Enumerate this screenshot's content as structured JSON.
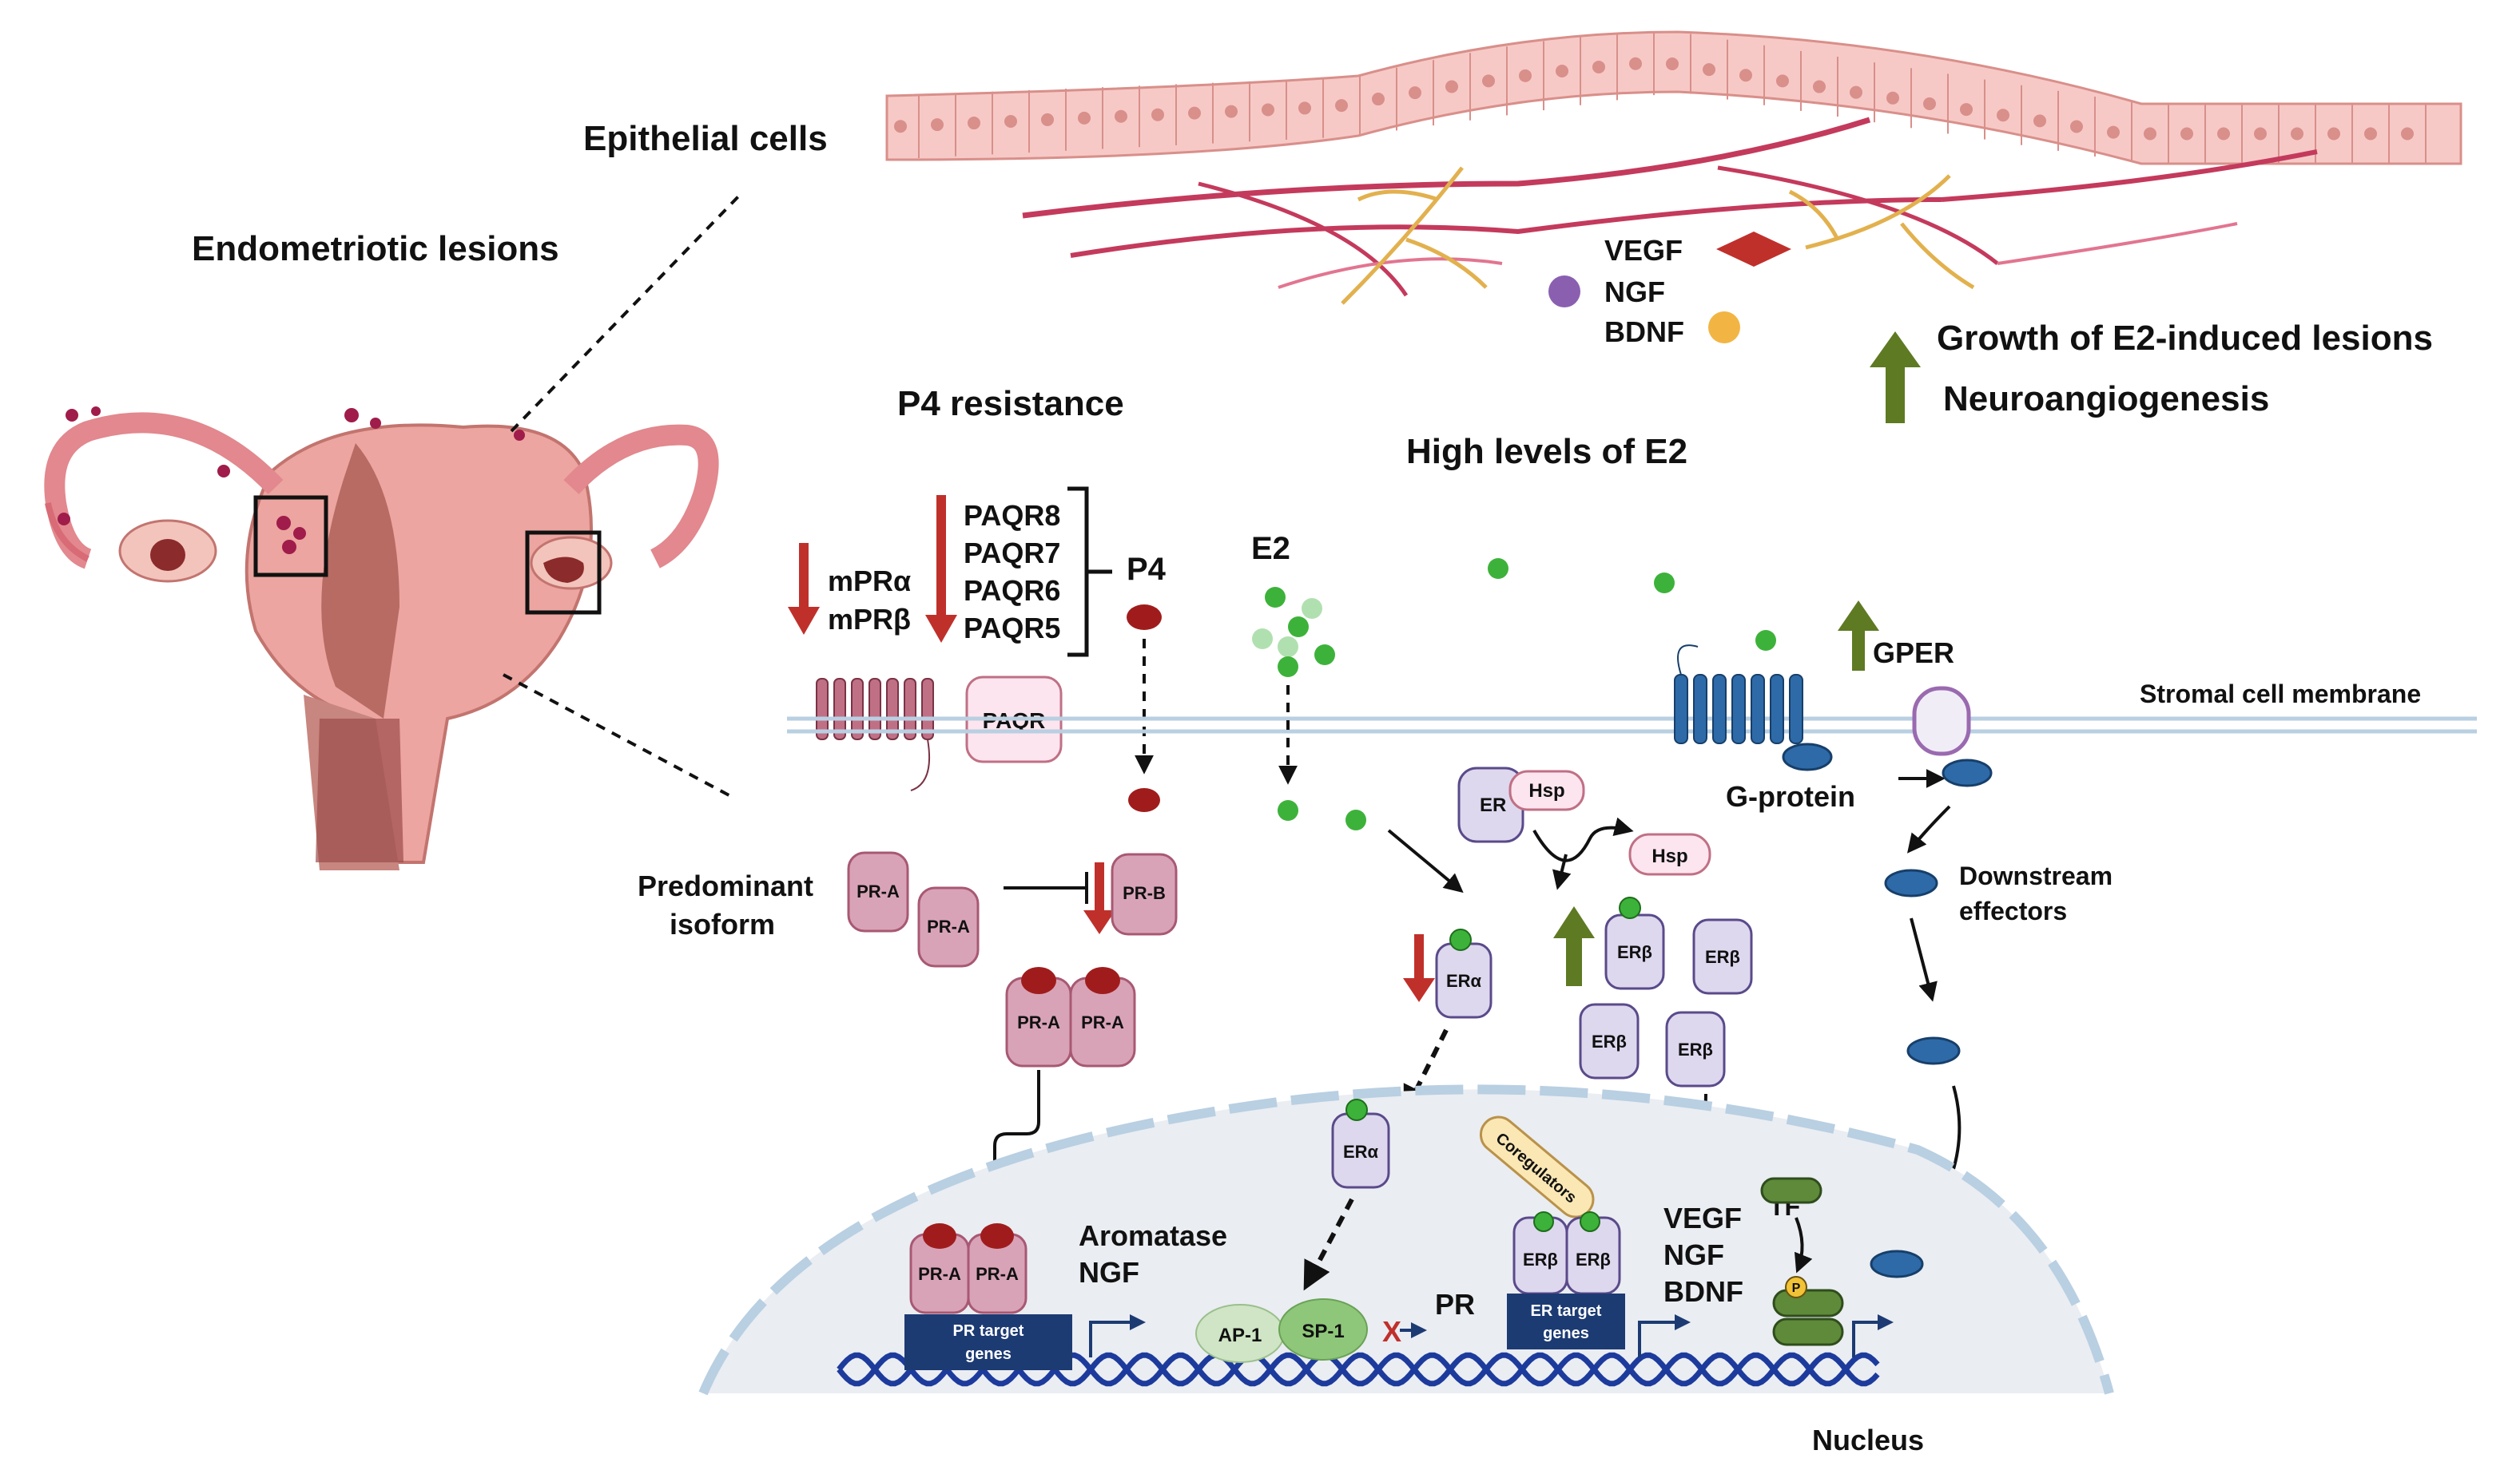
{
  "titles": {
    "epithelial": "Epithelial cells",
    "lesions": "Endometriotic lesions",
    "p4_resistance": "P4 resistance",
    "high_e2": "High levels of E2",
    "growth": "Growth of E2-induced lesions",
    "neuro": "Neuroangiogenesis",
    "stromal_membrane": "Stromal cell membrane",
    "nucleus": "Nucleus"
  },
  "factors_top": {
    "vegf": "VEGF",
    "ngf": "NGF",
    "bdnf": "BDNF"
  },
  "receptors": {
    "mpra": "mPRα",
    "mprb": "mPRβ",
    "paqr8": "PAQR8",
    "paqr7": "PAQR7",
    "paqr6": "PAQR6",
    "paqr5": "PAQR5",
    "p4": "P4",
    "paqr": "PAQR",
    "e2": "E2",
    "gper": "GPER",
    "gprotein": "G-protein",
    "downstream1": "Downstream",
    "downstream2": "effectors"
  },
  "isoform": {
    "line1": "Predominant",
    "line2": "isoform",
    "pra": "PR-A",
    "prb": "PR-B"
  },
  "er": {
    "er": "ER",
    "hsp": "Hsp",
    "eralpha": "ERα",
    "erbeta": "ERβ",
    "coregulators": "Coregulators"
  },
  "nucleus_items": {
    "aromatase": "Aromatase",
    "ngf": "NGF",
    "pr_target1": "PR target",
    "pr_target2": "genes",
    "ap1": "AP-1",
    "sp1": "SP-1",
    "pr": "PR",
    "x": "X",
    "er_target1": "ER target",
    "er_target2": "genes",
    "vegf": "VEGF",
    "ngf2": "NGF",
    "bdnf": "BDNF",
    "tf": "TF",
    "p": "P"
  },
  "colors": {
    "red_arrow": "#c0302b",
    "green_arrow": "#5e7a23",
    "e2_green": "#3db23a",
    "p4_red": "#a01c1c",
    "pr_pink": "#d9a3b7",
    "er_lavender": "#ddd8ee",
    "gper_blue": "#2e6aa8",
    "membrane": "#b9cfe2",
    "gene_box": "#1d3b73"
  }
}
